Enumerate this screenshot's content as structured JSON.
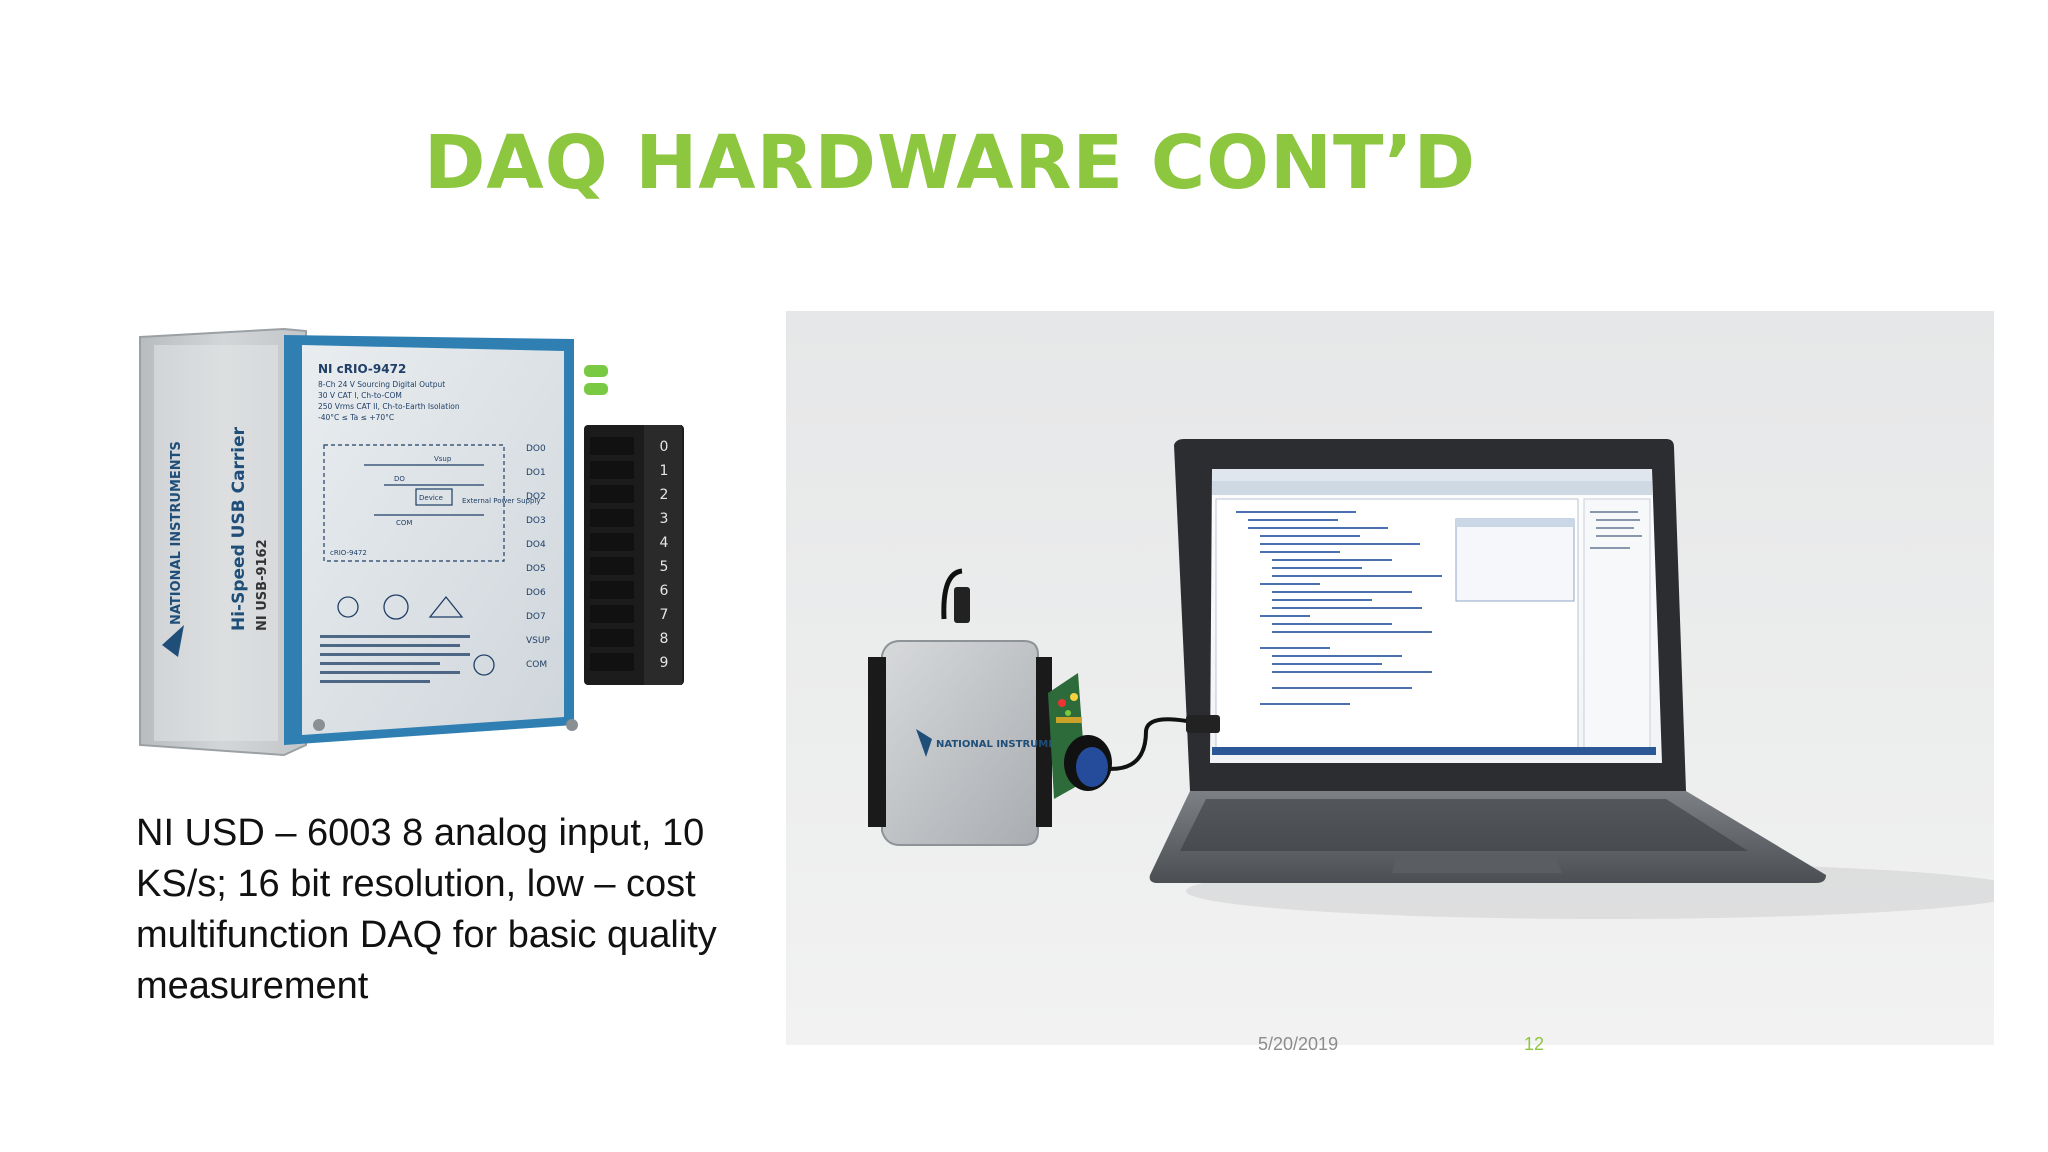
{
  "slide": {
    "title": "DAQ HARDWARE CONT’D",
    "body_text": "NI USD – 6003 8 analog input, 10 KS/s; 16 bit resolution, low – cost multifunction DAQ for basic quality measurement",
    "footer_date": "5/20/2019",
    "footer_page": "12"
  },
  "module_photo": {
    "brand_text": "NATIONAL INSTRUMENTS",
    "carrier_label": "Hi-Speed USB Carrier",
    "carrier_model": "NI USB-9162",
    "module_name": "NI cRIO-9472",
    "module_specs": [
      "8-Ch 24 V Sourcing Digital Output",
      "30 V CAT I, Ch-to-COM",
      "250 Vrms CAT II, Ch-to-Earth Isolation",
      "-40°C ≤ Ta ≤ +70°C"
    ],
    "schematic_labels": [
      "Vsup",
      "DO",
      "COM",
      "Device",
      "cRIO-9472",
      "External Power Supply"
    ],
    "pin_labels": [
      "DO0",
      "DO1",
      "DO2",
      "DO3",
      "DO4",
      "DO5",
      "DO6",
      "DO7",
      "VSUP",
      "COM"
    ],
    "terminal_numbers": [
      "0",
      "1",
      "2",
      "3",
      "4",
      "5",
      "6",
      "7",
      "8",
      "9"
    ]
  },
  "setup_photo": {
    "device_brand": "NATIONAL INSTRUMENTS"
  },
  "colors": {
    "accent_green": "#8dc63f",
    "text": "#111111",
    "module_blue": "#2f7fb3",
    "module_gray": "#c9ccce"
  }
}
